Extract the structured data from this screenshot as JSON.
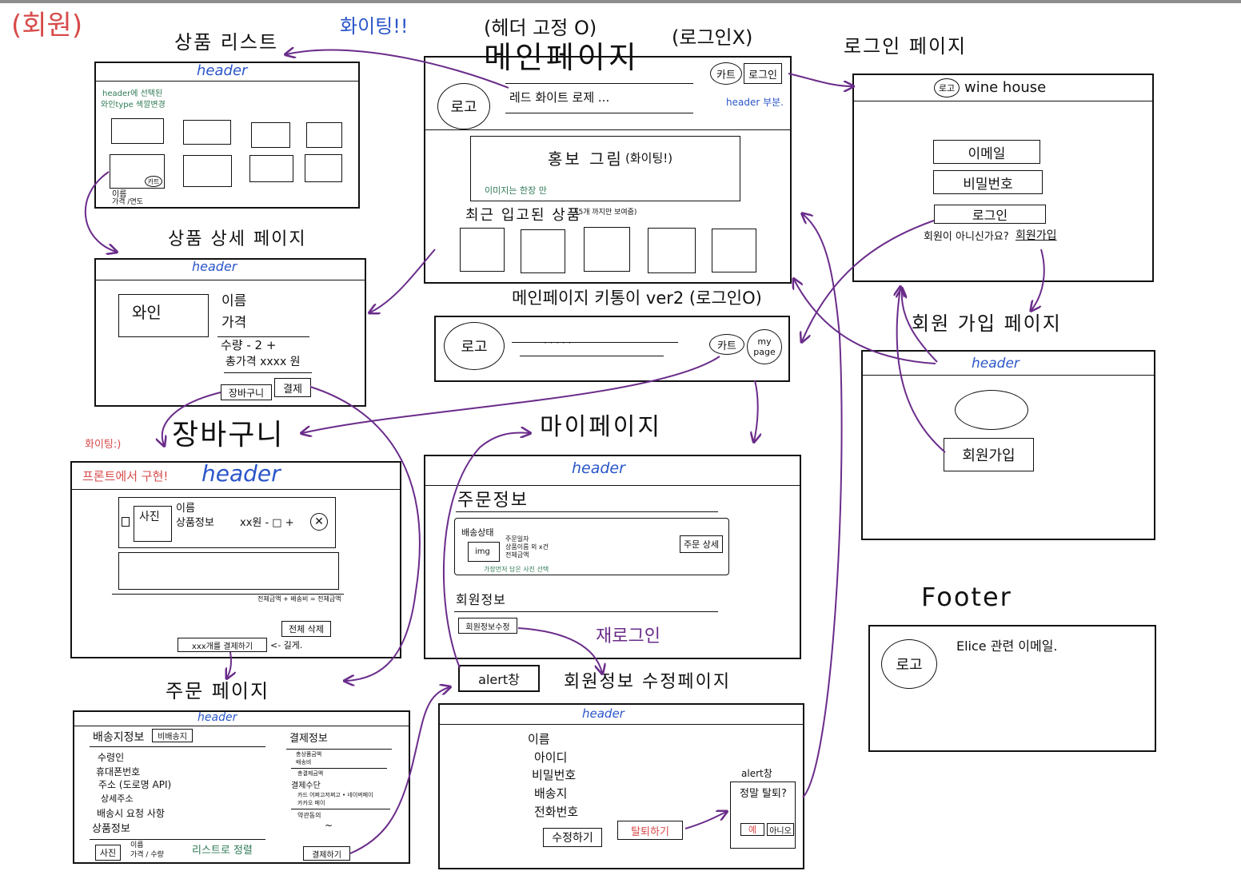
{
  "corner_tag": "(회원)",
  "main_login_x": {
    "title_top": "(헤더 고정 O)",
    "title": "메인페이지",
    "title_suffix": "(로그인X)",
    "logo": "로고",
    "nav_text": "레드 화이트 로제 ...",
    "cart": "카트",
    "login": "로그인",
    "header_note": "header 부분.",
    "promo": "홍보 그림",
    "promo_note": "(화이팅!)",
    "promo_sub": "이미지는 한장 만",
    "recent": "최근 입고된 상품",
    "recent_note": "(5개 까지만 보여줌)"
  },
  "cheer_blue": "화이팅!!",
  "product_list": {
    "title": "상품 리스트",
    "header": "header",
    "note_line1": "header에 선택된",
    "note_line2": "와인type 색깔변경",
    "cart_badge": "카트",
    "item_name": "이름",
    "item_sub": "가격 /연도"
  },
  "product_detail": {
    "title": "상품 상세 페이지",
    "header": "header",
    "image": "와인",
    "name": "이름",
    "price": "가격",
    "qty": "수량 - 2 +",
    "total": "총가격 xxxx 원",
    "cart_btn": "장바구니",
    "pay_btn": "결제"
  },
  "main_login_o": {
    "title": "메인페이지 키통이 ver2 (로그인O)",
    "logo": "로고",
    "nav_text": "· · · · ·",
    "cart": "카트",
    "mypage": "my page"
  },
  "login_page": {
    "title": "로그인 페이지",
    "logo": "로고",
    "brand": "wine house",
    "email": "이메일",
    "password": "비밀번호",
    "login": "로그인",
    "signup_question": "회원이 아니신가요?",
    "signup_link": "회원가입"
  },
  "signup_page": {
    "title": "회원 가입 페이지",
    "header": "header",
    "button": "회원가입"
  },
  "cart_page": {
    "title": "장바구니",
    "cheer": "화이팅:)",
    "note": "프론트에서 구현!",
    "header": "header",
    "photo": "사진",
    "name": "이름",
    "info": "상품정보",
    "qty": "xx원 - □ +",
    "summary": "전체금액 + 배송비 = 전체금액",
    "delete_all": "전체 삭제",
    "pay_btn": "xxx개를 결제하기",
    "pay_note": "<- 길게."
  },
  "mypage": {
    "title": "마이페이지",
    "header": "header",
    "order_info": "주문정보",
    "delivery_status": "배송상태",
    "img": "img",
    "order_line1": "주문일자",
    "order_line2": "상품이름 외 x건",
    "order_line3": "전체금액",
    "order_detail": "주문 상세",
    "img_note": "가장먼저 담은 사진 선택",
    "member_info": "회원정보",
    "member_edit": "회원정보수정",
    "relogin": "재로그인",
    "alert": "alert창"
  },
  "order_page": {
    "title": "주문 페이지",
    "header": "header",
    "shipping": "배송지정보",
    "non_member": "비배송지",
    "receiver": "수령인",
    "phone": "휴대폰번호",
    "address": "주소 (도로명 API)",
    "detail_address": "상세주소",
    "request": "배송시 요청 사항",
    "product_info": "상품정보",
    "photo": "사진",
    "item_line1": "이름",
    "item_line2": "가격 / 수량",
    "list_note": "리스트로 정렬",
    "payment": "결제정보",
    "pay_l1": "총상품금액",
    "pay_l2": "배송비",
    "pay_l3": "총결제금액",
    "pay_method": "결제수단",
    "pay_m1": "카드 어쩌고저쩌고 • 네이버페이",
    "pay_m2": "카카오 페이",
    "agree": "약관동의",
    "agree_tilde": "~",
    "pay_btn": "결제하기"
  },
  "edit_page": {
    "title": "회원정보 수정페이지",
    "header": "header",
    "f_name": "이름",
    "f_id": "아이디",
    "f_pw": "비밀번호",
    "f_addr": "배송지",
    "f_phone": "전화번호",
    "edit_btn": "수정하기",
    "withdraw_btn": "탈퇴하기",
    "alert_title": "alert창",
    "alert_q": "정말 탈퇴?",
    "yes": "예",
    "no": "아니오"
  },
  "footer": {
    "title": "Footer",
    "logo": "로고",
    "text": "Elice 관련 이메일."
  },
  "colors": {
    "ink": "#111111",
    "blue": "#2b56c9",
    "red": "#d84a4a",
    "green": "#2f7a55",
    "purple": "#6a2c8a"
  }
}
